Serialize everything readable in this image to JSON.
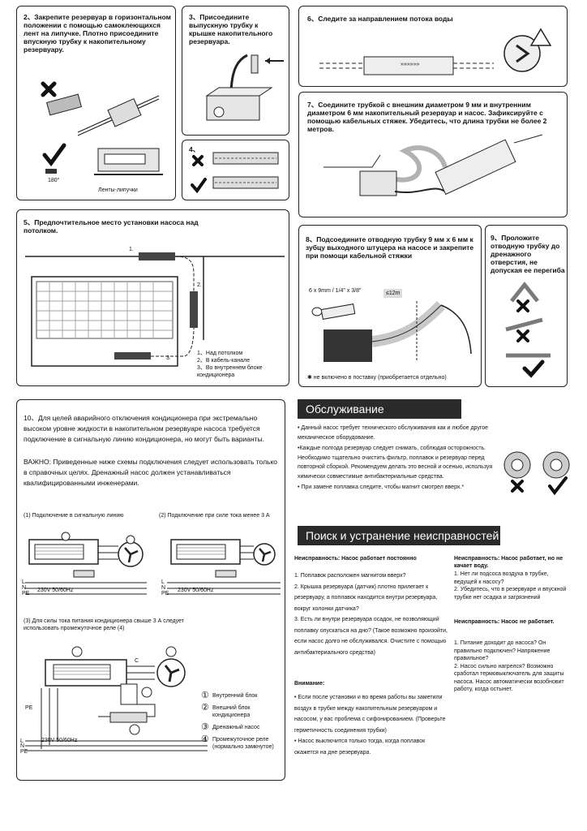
{
  "step2": {
    "text": "2、Закрепите резервуар в горизонтальном положении с помощью самоклеющихся лент на липучке. Плотно присоедините впускную трубку к накопительному резервуару.",
    "angle_label": "180°",
    "tape_label": "Ленты-липучки"
  },
  "step3": {
    "text": "3、Присоедините выпускную трубку к крышке накопительного резервуара."
  },
  "step4": {
    "text": "4、"
  },
  "step5": {
    "text": "5、Предпочтительное место установки насоса над потолком.",
    "legend": "1、Над потолком\n2、В кабель-канале\n3、Во внутреннем блоке кондиционера",
    "mark1": "1.",
    "mark2": "2.",
    "mark3": "3."
  },
  "step6": {
    "text": "6、Следите за направлением потока воды",
    "arrows": "»»»»»»"
  },
  "step7": {
    "text": "7、Соедините трубкой с внешним диаметром 9 мм и внутренним диаметром 6 мм накопительный резервуар и насос. Зафиксируйте с помощью кабельных стяжек. Убедитесь, что длина трубки не более 2 метров."
  },
  "step8": {
    "text": "8、Подсоедините отводную трубку 9 мм х 6 мм к зубцу выходного штуцера на насосе и закрепите при помощи кабельной стяжки",
    "pipe_label": "6 x 9mm / 1/4\" x 3/8\"",
    "length_label": "≤12m",
    "note": "✱ не включено в поставку (приобретается отдельно)"
  },
  "step9": {
    "text": "9、Проложите отводную трубку до дренажного отверстия, не допуская ее перегиба"
  },
  "step10": {
    "text": "10、Для целей аварийного отключения кондиционера при экстремально высоком уровне жидкости в накопительном резервуаре насоса требуется подключение в сигнальную линию кондиционера, но могут быть варианты.",
    "warning": "ВАЖНО: Приведенные ниже схемы подключения следует использовать только в справочных целях. Дренажный насос должен устанавливаться квалифицированными инженерами.",
    "diagram1_title": "(1) Подключение в сигнальную линию",
    "diagram2_title": "(2) Подключение при силе тока менее 3 А",
    "diagram3_title": "(3) Для силы тока питания кондиционера свыше 3 А следует использовать промежуточное реле (4)",
    "voltage": "230V 50/60Hz",
    "wires": {
      "l": "L",
      "n": "N",
      "pe": "PE",
      "c": "C"
    },
    "legend": [
      {
        "num": "①",
        "label": "Внутренний блок"
      },
      {
        "num": "②",
        "label": "Внешний блок кондиционера"
      },
      {
        "num": "③",
        "label": "Дренажный насос"
      },
      {
        "num": "④",
        "label": "Промежуточное реле (нормально замкнутое)"
      }
    ]
  },
  "maintenance": {
    "title": "Обслуживание",
    "paragraphs": [
      "• Данный насос требует технического обслуживания как и любое другое механическое оборудование.",
      "•Каждые полгода резервуар следует снимать, соблюдая осторожность. Необходимо тщательно очистить фильтр, поплавок и резервуар перед повторной сборкой. Рекомендуем делать это весной и осенью, используя химически совместимые антибактериальные средства.",
      "• При замене поплавка следите, чтобы магнит смотрел вверх.*"
    ]
  },
  "troubleshooting": {
    "title": "Поиск и устранение неисправностей",
    "col1_heading": "Неисправность: Насос работает постоянно",
    "col1_items": "1. Поплавок расположен магнитом вверх?\n2. Крышка резервуара (датчик) плотно прилегает к резервуару, а поплавок находится внутри резервуара, вокруг колонки датчика?\n3. Есть ли внутри резервуара осадок, не позволяющий поплавку опускаться на дно? (Такое возможно произойти, если насос долго не обслуживался. Очистите с помощью антибактериального средства)",
    "attention_heading": "Внимание:",
    "attention_text": "• Если после установки и во время работы вы заметили воздух в трубке между накопительным резервуаром и насосом, у вас проблема с сифонированием. (Проверьте герметичность соединения трубки)\n• Насос выключится только тогда, когда поплавок окажется на дне резервуара.",
    "col2_heading1": "Неисправность: Насос работает, но не качает воду.",
    "col2_items1": "1. Нет ли подсоса воздуха в трубке, ведущей к насосу?\n2. Убедитесь, что в резервуаре и впускной трубке нет осадка и загрязнений",
    "col2_heading2": "Неисправность: Насос не работает.",
    "col2_items2": "1. Питание доходит до насоса? Он правильно подключен? Напряжение правильное?\n2. Насос сильно нагрелся? Возможно сработал термовыключатель для защиты насоса. Насос автоматически возобновит работу, когда остынет."
  }
}
